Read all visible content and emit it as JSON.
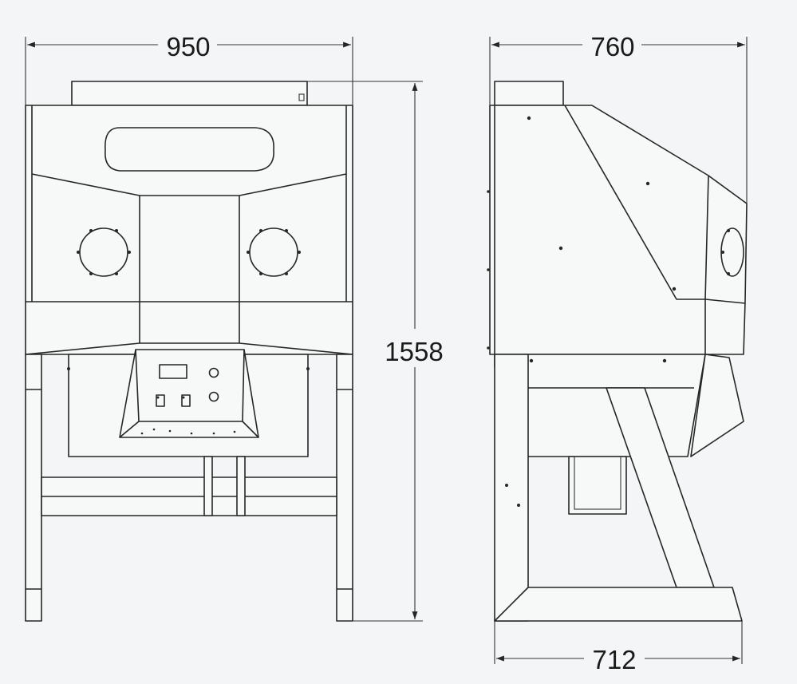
{
  "drawing": {
    "dimensions": {
      "front_width": "950",
      "side_depth": "760",
      "overall_height": "1558",
      "base_depth": "712"
    }
  }
}
